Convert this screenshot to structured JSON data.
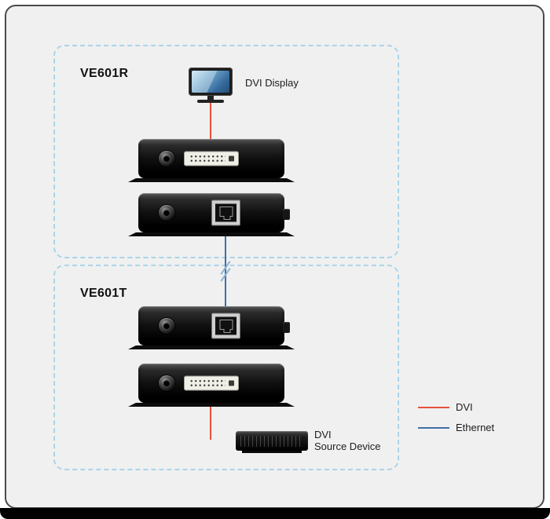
{
  "diagram": {
    "groups": {
      "receiver": {
        "label": "VE601R"
      },
      "transmitter": {
        "label": "VE601T"
      }
    },
    "display": {
      "label": "DVI Display"
    },
    "source": {
      "line1": "DVI",
      "line2": "Source Device"
    },
    "legend": [
      {
        "label": "DVI",
        "color": "#e8503a"
      },
      {
        "label": "Ethernet",
        "color": "#3f6fa4"
      }
    ],
    "colors": {
      "dvi_line": "#e8503a",
      "ethernet_line": "#3f6fa4",
      "group_border": "#aad4ea",
      "frame_background": "#f0f0f0",
      "frame_border": "#4a4a4a",
      "footer": "#000000"
    }
  }
}
